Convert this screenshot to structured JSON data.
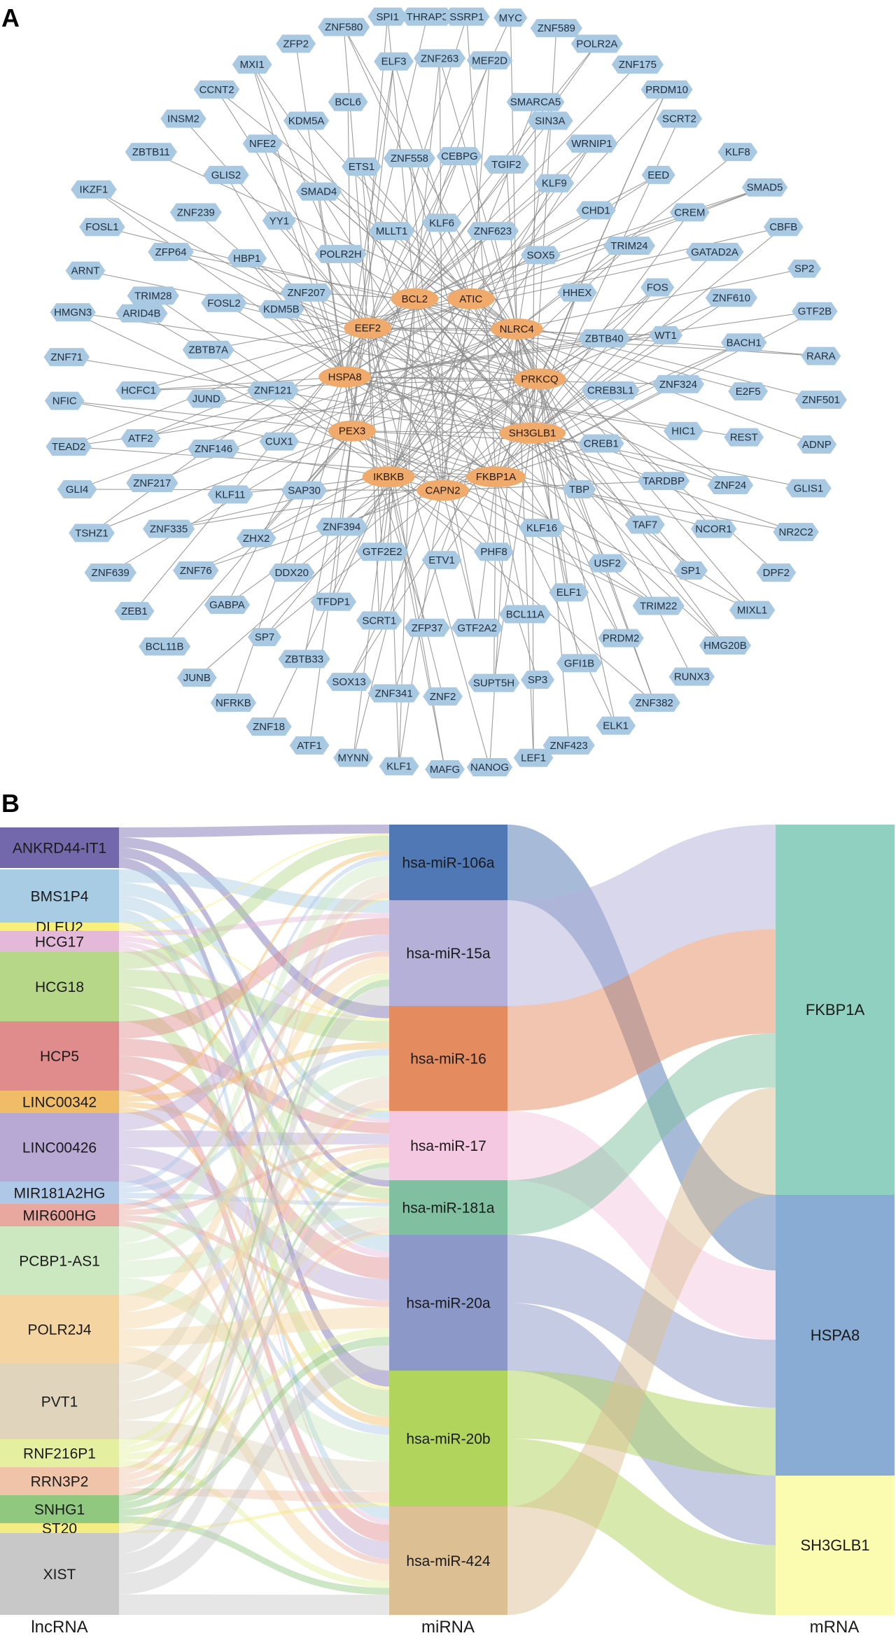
{
  "panels": {
    "a": {
      "label": "A"
    },
    "b": {
      "label": "B"
    }
  },
  "colors": {
    "tf_node": "#a9c8e2",
    "hub_node": "#efaa6c",
    "edge": "#8c8c8c",
    "tf_text": "#1f2f3f",
    "hub_text": "#2a1a0a"
  },
  "network": {
    "hubs": [
      "EEF2",
      "BCL2",
      "ATIC",
      "NLRC4",
      "HSPA8",
      "PRKCQ",
      "PEX3",
      "SH3GLB1",
      "IKBKB",
      "FKBP1A",
      "CAPN2"
    ],
    "tfs": [
      "SPI1",
      "THRAP3",
      "SSRP1",
      "MYC",
      "ZNF580",
      "ZNF589",
      "ZFP2",
      "POLR2A",
      "MXI1",
      "ELF3",
      "ZNF263",
      "MEF2D",
      "ZNF175",
      "CCNT2",
      "PRDM10",
      "BCL6",
      "SMARCA5",
      "KDM5A",
      "INSM2",
      "SCRT2",
      "NFE2",
      "SIN3A",
      "ZBTB11",
      "WRNIP1",
      "ZNF558",
      "CEBPG",
      "KLF8",
      "GLIS2",
      "ETS1",
      "TGIF2",
      "EED",
      "SMAD4",
      "KLF9",
      "SMAD5",
      "IKZF1",
      "ZNF239",
      "YY1",
      "CHD1",
      "CREM",
      "MLLT1",
      "KLF6",
      "ZNF623",
      "FOSL1",
      "ZFP64",
      "HBP1",
      "POLR2H",
      "SOX5",
      "TRIM24",
      "CBFB",
      "GATAD2A",
      "ARNT",
      "SP2",
      "TRIM28",
      "FOSL2",
      "ZNF207",
      "HHEX",
      "FOS",
      "ZNF610",
      "HMGN3",
      "GTF2B",
      "ARID4B",
      "KDM5B",
      "ZBTB40",
      "WT1",
      "BACH1",
      "ZNF71",
      "ZBTB7A",
      "RARA",
      "HCFC1",
      "JUND",
      "ZNF121",
      "CREB3L1",
      "ZNF324",
      "E2F5",
      "NFIC",
      "ZNF501",
      "ATF2",
      "CUX1",
      "ZNF146",
      "CREB1",
      "HIC1",
      "REST",
      "ADNP",
      "TEAD2",
      "ZNF217",
      "KLF11",
      "SAP30",
      "TARDBP",
      "ZNF24",
      "GLIS1",
      "GLI4",
      "TBP",
      "ZNF394",
      "KLF16",
      "TAF7",
      "NCOR1",
      "TSHZ1",
      "ZNF335",
      "ZHX2",
      "GTF2E2",
      "PHF8",
      "NR2C2",
      "ETV1",
      "USF2",
      "ZNF639",
      "ZNF76",
      "DDX20",
      "SP1",
      "DPF2",
      "TFDP1",
      "ELF1",
      "ZEB1",
      "GABPA",
      "SCRT1",
      "ZFP37",
      "GTF2A2",
      "BCL11A",
      "TRIM22",
      "MIXL1",
      "BCL11B",
      "SP7",
      "PRDM2",
      "HMG20B",
      "ZBTB33",
      "JUNB",
      "SOX13",
      "ZNF341",
      "SP3",
      "GFI1B",
      "RUNX3",
      "NFRKB",
      "ZNF2",
      "SUPT5H",
      "ZNF382",
      "ZNF18",
      "ATF1",
      "ELK1",
      "ZNF423",
      "MYNN",
      "KLF1",
      "MAFG",
      "NANOG",
      "LEF1"
    ]
  },
  "sankey": {
    "axis_labels": [
      "lncRNA",
      "miRNA",
      "mRNA"
    ],
    "lncrna": [
      {
        "name": "ANKRD44-IT1",
        "color": "#7468ad"
      },
      {
        "name": "BMS1P4",
        "color": "#a8cce4"
      },
      {
        "name": "DLEU2",
        "color": "#f8f07c"
      },
      {
        "name": "HCG17",
        "color": "#e4b8d8"
      },
      {
        "name": "HCG18",
        "color": "#b6d688"
      },
      {
        "name": "HCP5",
        "color": "#e08c8c"
      },
      {
        "name": "LINC00342",
        "color": "#f0bc68"
      },
      {
        "name": "LINC00426",
        "color": "#b8a8d4"
      },
      {
        "name": "MIR181A2HG",
        "color": "#b0c8e8"
      },
      {
        "name": "MIR600HG",
        "color": "#e8a8a0"
      },
      {
        "name": "PCBP1-AS1",
        "color": "#cce8c0"
      },
      {
        "name": "POLR2J4",
        "color": "#f4d4a0"
      },
      {
        "name": "PVT1",
        "color": "#e0d4bc"
      },
      {
        "name": "RNF216P1",
        "color": "#e4f0a0"
      },
      {
        "name": "RRN3P2",
        "color": "#f0c4a8"
      },
      {
        "name": "SNHG1",
        "color": "#90c880"
      },
      {
        "name": "ST20",
        "color": "#f4ec84"
      },
      {
        "name": "XIST",
        "color": "#c8c8c8"
      }
    ],
    "mirna": [
      {
        "name": "hsa-miR-106a",
        "color": "#4f78b4"
      },
      {
        "name": "hsa-miR-15a",
        "color": "#b4b0d8"
      },
      {
        "name": "hsa-miR-16",
        "color": "#e48c60"
      },
      {
        "name": "hsa-miR-17",
        "color": "#f4c8e0"
      },
      {
        "name": "hsa-miR-181a",
        "color": "#80c0a0"
      },
      {
        "name": "hsa-miR-20a",
        "color": "#8c98c8"
      },
      {
        "name": "hsa-miR-20b",
        "color": "#b0d45c"
      },
      {
        "name": "hsa-miR-424",
        "color": "#dcc094"
      }
    ],
    "mrna": [
      {
        "name": "FKBP1A",
        "color": "#90d0c0"
      },
      {
        "name": "HSPA8",
        "color": "#88acd4"
      },
      {
        "name": "SH3GLB1",
        "color": "#fcfcb0"
      }
    ]
  }
}
